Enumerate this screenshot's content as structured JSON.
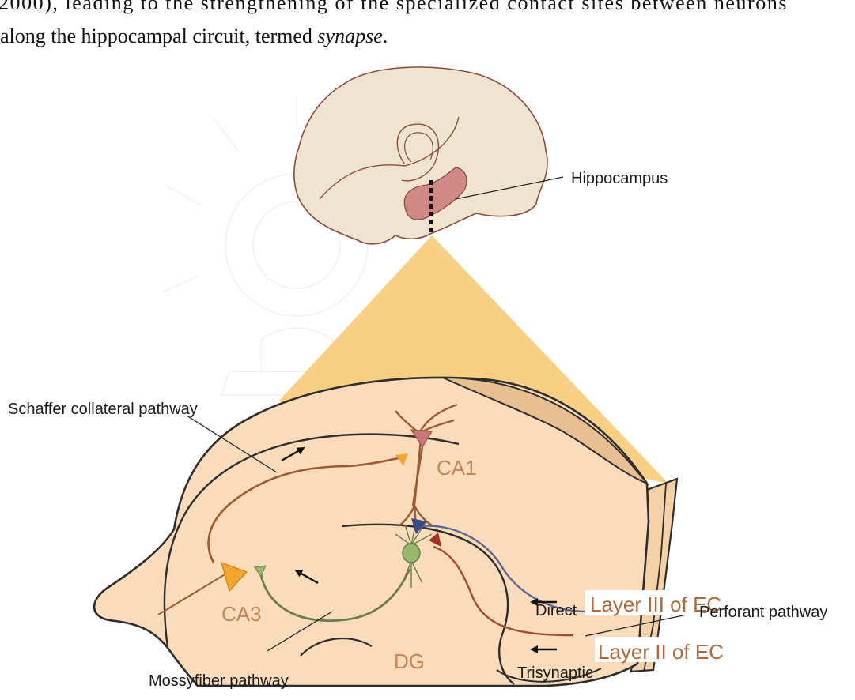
{
  "caption": {
    "line1": "2000), leading to the strengthening of the specialized contact sites between neurons",
    "line2_prefix": "along the hippocampal circuit, termed ",
    "line2_term": "synapse",
    "line2_suffix": "."
  },
  "figure": {
    "labels": {
      "hippocampus": "Hippocampus",
      "schaffer": "Schaffer collateral pathway",
      "mossy": "Mossyfiber pathway",
      "perforant": "Perforant pathway",
      "direct": "Direct",
      "trisynaptic": "Trisynaptic",
      "layer3": "Layer III of EC",
      "layer2": "Layer II of EC",
      "ca1": "CA1",
      "ca3": "CA3",
      "dg": "DG"
    },
    "colors": {
      "brain_fill": "#efe4d0",
      "brain_outline": "#8b4a3c",
      "hippocampus_fill": "#cf8a86",
      "cone": "#f9cf84",
      "slice_fill": "#fbdcba",
      "slice_edge": "#e7bf90",
      "outline": "#2d2d2d",
      "schaffer_axon": "#9b5a33",
      "mossy_axon": "#6a7d52",
      "perforant_direct": "#5a6790",
      "perforant_trisynaptic": "#a54a37",
      "ca1_neuron": "#c9757a",
      "ca3_neuron": "#f4a52b",
      "dg_neuron": "#97b86a",
      "ec3_neuron": "#3b4b8a",
      "ec2_neuron": "#a5302a"
    }
  }
}
